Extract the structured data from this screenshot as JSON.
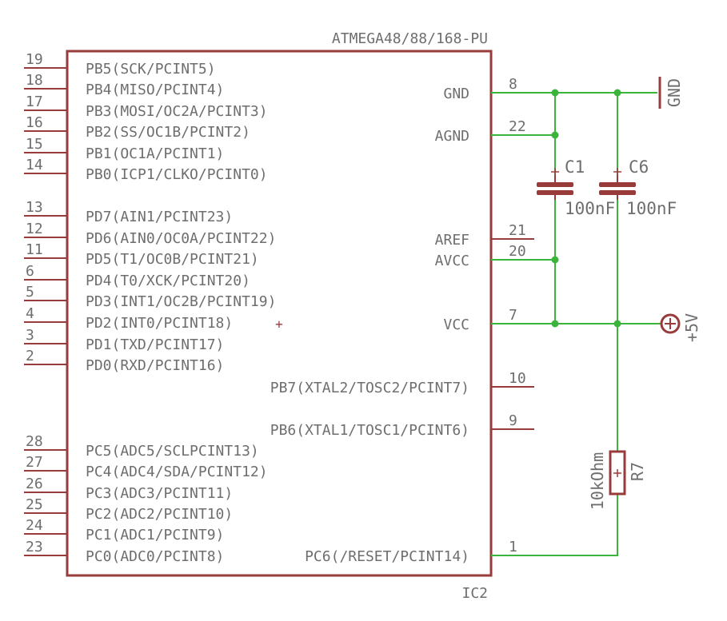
{
  "ic": {
    "name": "ATMEGA48/88/168-PU",
    "ref": "IC2",
    "left_pins": [
      {
        "num": "19",
        "label": "PB5(SCK/PCINT5)"
      },
      {
        "num": "18",
        "label": "PB4(MISO/PCINT4)"
      },
      {
        "num": "17",
        "label": "PB3(MOSI/OC2A/PCINT3)"
      },
      {
        "num": "16",
        "label": "PB2(SS/OC1B/PCINT2)"
      },
      {
        "num": "15",
        "label": "PB1(OC1A/PCINT1)"
      },
      {
        "num": "14",
        "label": "PB0(ICP1/CLKO/PCINT0)"
      },
      {
        "num": "13",
        "label": "PD7(AIN1/PCINT23)"
      },
      {
        "num": "12",
        "label": "PD6(AIN0/OC0A/PCINT22)"
      },
      {
        "num": "11",
        "label": "PD5(T1/OC0B/PCINT21)"
      },
      {
        "num": "6",
        "label": "PD4(T0/XCK/PCINT20)"
      },
      {
        "num": "5",
        "label": "PD3(INT1/OC2B/PCINT19)"
      },
      {
        "num": "4",
        "label": "PD2(INT0/PCINT18)"
      },
      {
        "num": "3",
        "label": "PD1(TXD/PCINT17)"
      },
      {
        "num": "2",
        "label": "PD0(RXD/PCINT16)"
      },
      {
        "num": "28",
        "label": "PC5(ADC5/SCLPCINT13)"
      },
      {
        "num": "27",
        "label": "PC4(ADC4/SDA/PCINT12)"
      },
      {
        "num": "26",
        "label": "PC3(ADC3/PCINT11)"
      },
      {
        "num": "25",
        "label": "PC2(ADC2/PCINT10)"
      },
      {
        "num": "24",
        "label": "PC1(ADC1/PCINT9)"
      },
      {
        "num": "23",
        "label": "PC0(ADC0/PCINT8)"
      }
    ],
    "right_pins": [
      {
        "num": "8",
        "label": "GND"
      },
      {
        "num": "22",
        "label": "AGND"
      },
      {
        "num": "21",
        "label": "AREF"
      },
      {
        "num": "20",
        "label": "AVCC"
      },
      {
        "num": "7",
        "label": "VCC"
      },
      {
        "num": "10",
        "label": "PB7(XTAL2/TOSC2/PCINT7)"
      },
      {
        "num": "9",
        "label": "PB6(XTAL1/TOSC1/PCINT6)"
      },
      {
        "num": "1",
        "label": "PC6(/RESET/PCINT14)"
      }
    ],
    "origin_mark": "+"
  },
  "components": {
    "c1": {
      "ref": "C1",
      "value": "100nF"
    },
    "c6": {
      "ref": "C6",
      "value": "100nF"
    },
    "r7": {
      "ref": "R7",
      "value": "10kOhm"
    }
  },
  "supplies": {
    "gnd": "GND",
    "vcc": "+5V"
  },
  "colors": {
    "part": "#9a3b3b",
    "wire": "#3cb43c",
    "text": "#6e6e6e",
    "background": "#ffffff"
  }
}
